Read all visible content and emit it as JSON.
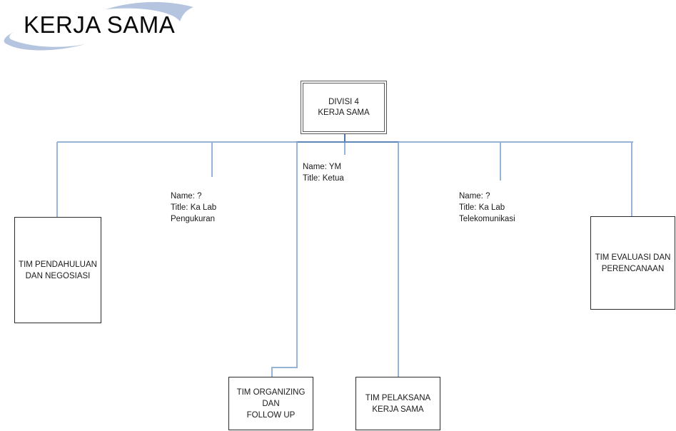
{
  "slide": {
    "title": "KERJA SAMA",
    "background": "#ffffff"
  },
  "org_chart": {
    "root_box": {
      "line1": "DIVISI 4",
      "line2": "KERJA SAMA"
    },
    "position_labels": {
      "ketua": {
        "line1": "Name: YM",
        "line2": "Title: Ketua"
      },
      "ka_lab_pengukuran": {
        "line1": "Name: ?",
        "line2": "Title: Ka Lab",
        "line3": "Pengukuran"
      },
      "ka_lab_telekomunikasi": {
        "line1": "Name: ?",
        "line2": "Title: Ka Lab",
        "line3": "Telekomunikasi"
      }
    },
    "team_boxes": {
      "pendahuluan": {
        "line1": "TIM PENDAHULUAN",
        "line2": "DAN NEGOSIASI"
      },
      "organizing": {
        "line1": "TIM ORGANIZING DAN",
        "line2": "FOLLOW UP"
      },
      "pelaksana": {
        "line1": "TIM PELAKSANA",
        "line2": "KERJA SAMA"
      },
      "evaluasi": {
        "line1": "TIM EVALUASI DAN",
        "line2": "PERENCANAAN"
      }
    },
    "colors": {
      "connector_light": "#97b3d6",
      "connector_mid": "#5c87b8",
      "connector_dark": "#4c7ab0",
      "root_box_border": "#595959",
      "team_box_border": "#2b2b2b",
      "swoosh": "#b5c4df",
      "text": "#000000"
    }
  }
}
